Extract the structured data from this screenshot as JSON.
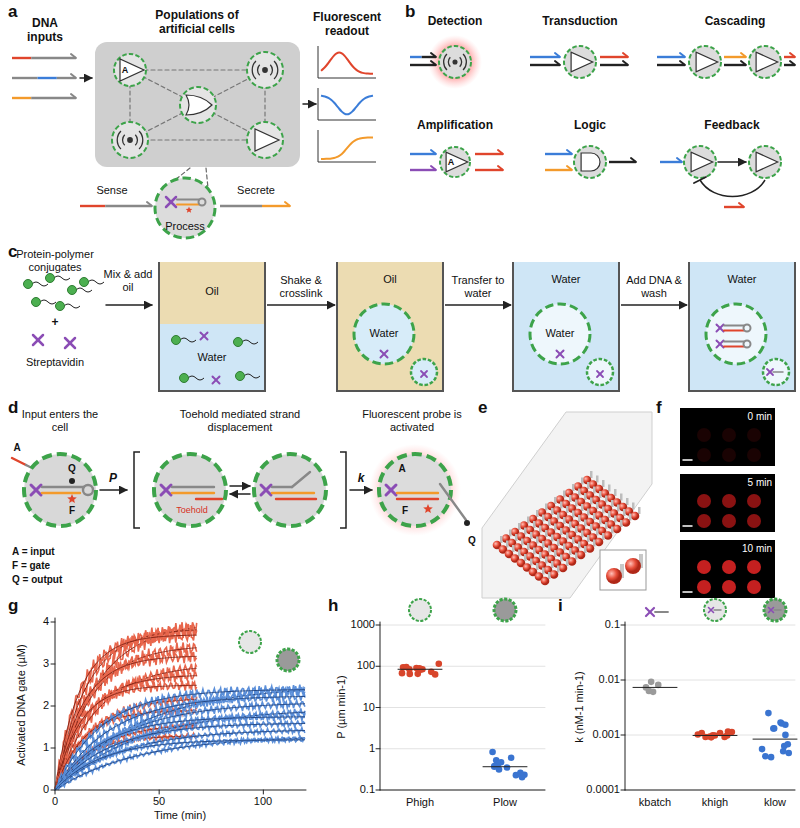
{
  "diagram": {
    "nodes": [
      {
        "text": [
          "Populations of artificial cells"
        ]
      },
      {
        "text": [
          "A"
        ],
        "in": 0
      },
      {
        "text": [
          "Process"
        ]
      },
      {
        "text": [
          "A"
        ]
      },
      {
        "text": [
          "Oil",
          "Water"
        ]
      },
      {
        "text": [
          "Oil",
          "Water"
        ]
      },
      {
        "text": [
          "Water",
          "Water"
        ]
      },
      {
        "text": [
          "Water"
        ]
      }
    ],
    "edges": [
      {
        "from": 4,
        "to": 5,
        "label": "Shake & crosslink",
        "arrow": "to"
      },
      {
        "from": 5,
        "to": 6,
        "label": "Transfer to water",
        "arrow": "to"
      },
      {
        "from": 6,
        "to": 7,
        "label": "Add DNA & wash",
        "arrow": "to"
      }
    ],
    "labels": [
      "a",
      "DNA inputs",
      "Fluorescent readout",
      "Sense",
      "Secrete",
      "b",
      "Detection",
      "Transduction",
      "Cascading",
      "Amplification",
      "Logic",
      "Feedback",
      "c",
      "Protein-polymer conjugates",
      "+",
      "Streptavidin",
      "Mix & add oil",
      "d",
      "Input enters the cell",
      "Toehold mediated strand displacement",
      "Fluorescent probe is activated",
      "A",
      "Q",
      "F",
      "P",
      "Toehold",
      "k",
      "A",
      "F",
      "Q",
      "A = input",
      "F = gate",
      "Q = output",
      "e",
      "f",
      "0 min",
      "5 min",
      "10 min",
      "g",
      "Activated DNA gate (µM)",
      "0",
      "1",
      "2",
      "3",
      "4",
      "0",
      "50",
      "100",
      "Time (min)",
      "h",
      "P (µm min-1)",
      "1000",
      "100",
      "10",
      "1",
      "0.1",
      "Phigh",
      "Plow",
      "i",
      "k (nM-1 min-1)",
      "0.1",
      "0.01",
      "0.001",
      "0.0001",
      "kbatch",
      "khigh",
      "klow"
    ]
  }
}
